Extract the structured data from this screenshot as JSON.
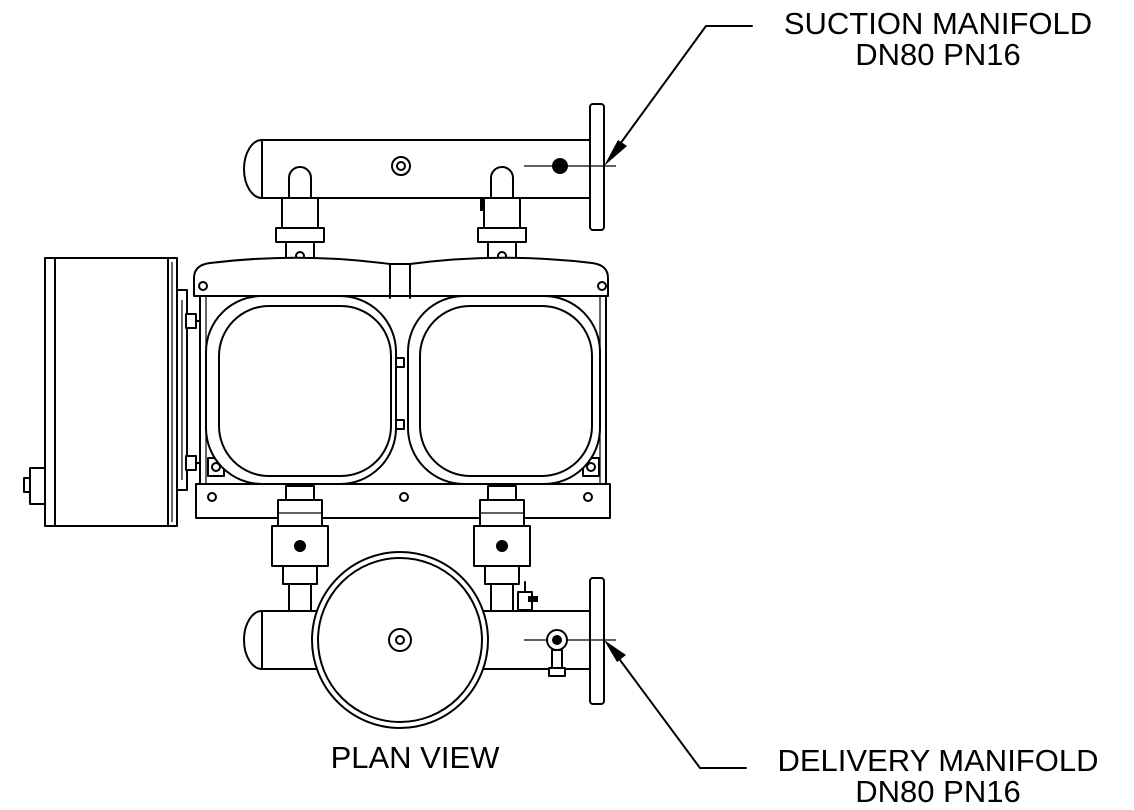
{
  "drawing": {
    "view_title": "PLAN VIEW",
    "callouts": {
      "suction": {
        "line1": "SUCTION MANIFOLD",
        "line2": "DN80 PN16"
      },
      "delivery": {
        "line1": "DELIVERY MANIFOLD",
        "line2": "DN80 PN16"
      }
    }
  }
}
